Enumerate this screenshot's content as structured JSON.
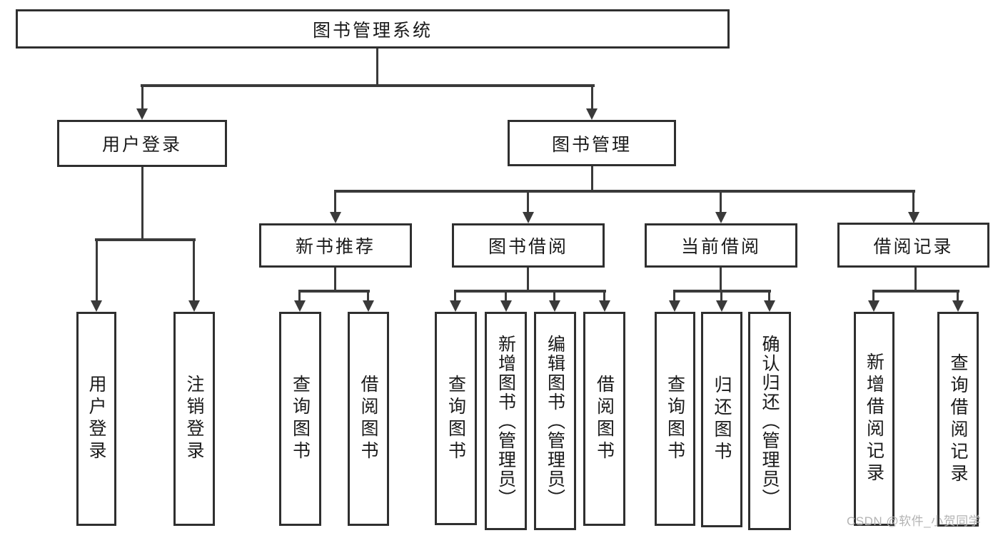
{
  "title": "图书管理系统",
  "nodes": {
    "root": "图书管理系统",
    "user_login": "用户登录",
    "book_mgmt": "图书管理",
    "new_book_rec": "新书推荐",
    "book_borrow": "图书借阅",
    "current_borrow": "当前借阅",
    "borrow_record": "借阅记录",
    "leaf_user_login": "用户登录",
    "leaf_logout": "注销登录",
    "leaf_nbr_query": "查询图书",
    "leaf_nbr_borrow": "借阅图书",
    "leaf_bb_query": "查询图书",
    "leaf_bb_add": "新增图书（管理员）",
    "leaf_bb_edit": "编辑图书（管理员）",
    "leaf_bb_borrow": "借阅图书",
    "leaf_cb_query": "查询图书",
    "leaf_cb_return": "归还图书",
    "leaf_cb_confirm": "确认归还（管理员）",
    "leaf_br_add": "新增借阅记录",
    "leaf_br_query": "查询借阅记录"
  },
  "structure": {
    "图书管理系统": [
      "用户登录",
      "图书管理"
    ],
    "用户登录": [
      "用户登录",
      "注销登录"
    ],
    "图书管理": [
      "新书推荐",
      "图书借阅",
      "当前借阅",
      "借阅记录"
    ],
    "新书推荐": [
      "查询图书",
      "借阅图书"
    ],
    "图书借阅": [
      "查询图书",
      "新增图书（管理员）",
      "编辑图书（管理员）",
      "借阅图书"
    ],
    "当前借阅": [
      "查询图书",
      "归还图书",
      "确认归还（管理员）"
    ],
    "借阅记录": [
      "新增借阅记录",
      "查询借阅记录"
    ]
  },
  "watermark": "CSDN @软件_小贺同学",
  "colors": {
    "line": "#3a3a3a",
    "box_border": "#2f2f2f",
    "text": "#1a1a1a",
    "watermark": "#b3b3b3",
    "background": "#ffffff"
  }
}
